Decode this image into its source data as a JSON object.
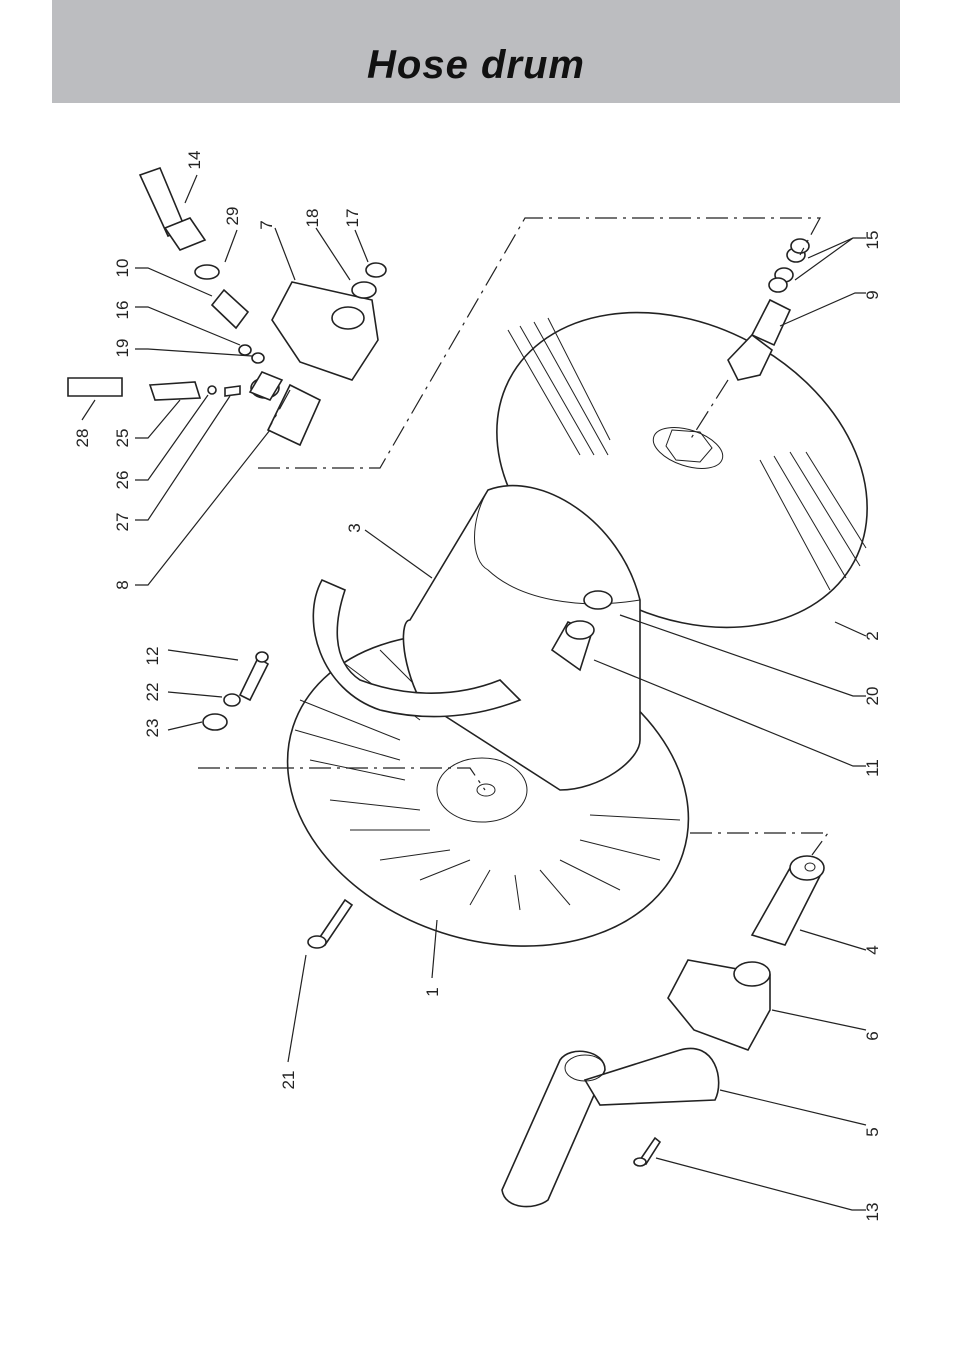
{
  "header": {
    "title": "Hose drum"
  },
  "diagram": {
    "callouts": [
      {
        "id": "c1",
        "label": "1"
      },
      {
        "id": "c2",
        "label": "2"
      },
      {
        "id": "c3",
        "label": "3"
      },
      {
        "id": "c4",
        "label": "4"
      },
      {
        "id": "c5",
        "label": "5"
      },
      {
        "id": "c6",
        "label": "6"
      },
      {
        "id": "c7",
        "label": "7"
      },
      {
        "id": "c8",
        "label": "8"
      },
      {
        "id": "c9",
        "label": "9"
      },
      {
        "id": "c10",
        "label": "10"
      },
      {
        "id": "c11",
        "label": "11"
      },
      {
        "id": "c12",
        "label": "12"
      },
      {
        "id": "c13",
        "label": "13"
      },
      {
        "id": "c14",
        "label": "14"
      },
      {
        "id": "c15",
        "label": "15"
      },
      {
        "id": "c16",
        "label": "16"
      },
      {
        "id": "c17",
        "label": "17"
      },
      {
        "id": "c18",
        "label": "18"
      },
      {
        "id": "c19",
        "label": "19"
      },
      {
        "id": "c20",
        "label": "20"
      },
      {
        "id": "c21",
        "label": "21"
      },
      {
        "id": "c22",
        "label": "22"
      },
      {
        "id": "c23",
        "label": "23"
      },
      {
        "id": "c25",
        "label": "25"
      },
      {
        "id": "c26",
        "label": "26"
      },
      {
        "id": "c27",
        "label": "27"
      },
      {
        "id": "c28",
        "label": "28"
      },
      {
        "id": "c29",
        "label": "29"
      }
    ]
  }
}
